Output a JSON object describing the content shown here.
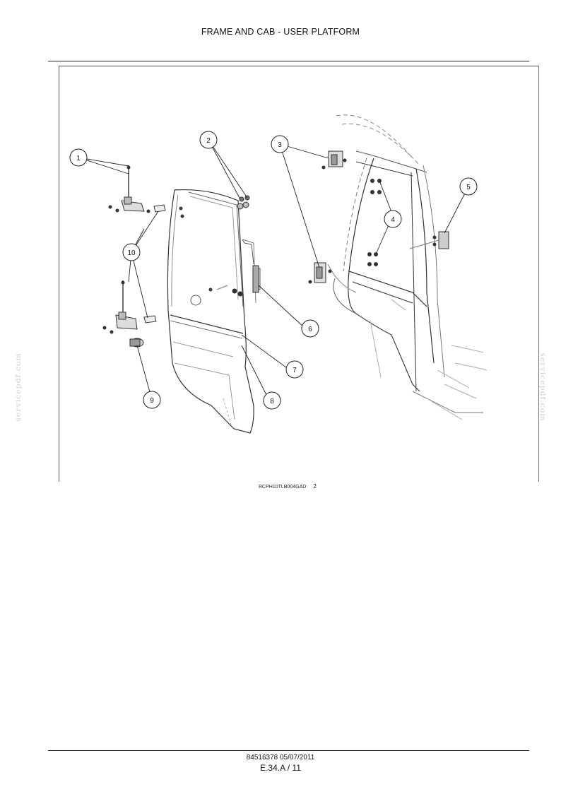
{
  "header": {
    "title": "FRAME AND CAB - USER PLATFORM"
  },
  "figure": {
    "reference": "RCPH10TLB004GAD",
    "figure_number": "2",
    "callouts": [
      "1",
      "2",
      "3",
      "4",
      "5",
      "6",
      "7",
      "8",
      "9",
      "10"
    ]
  },
  "watermark": {
    "text": "servicepdf.com"
  },
  "footer": {
    "document": "84516378 05/07/2011",
    "page": "E.34.A / 11"
  }
}
